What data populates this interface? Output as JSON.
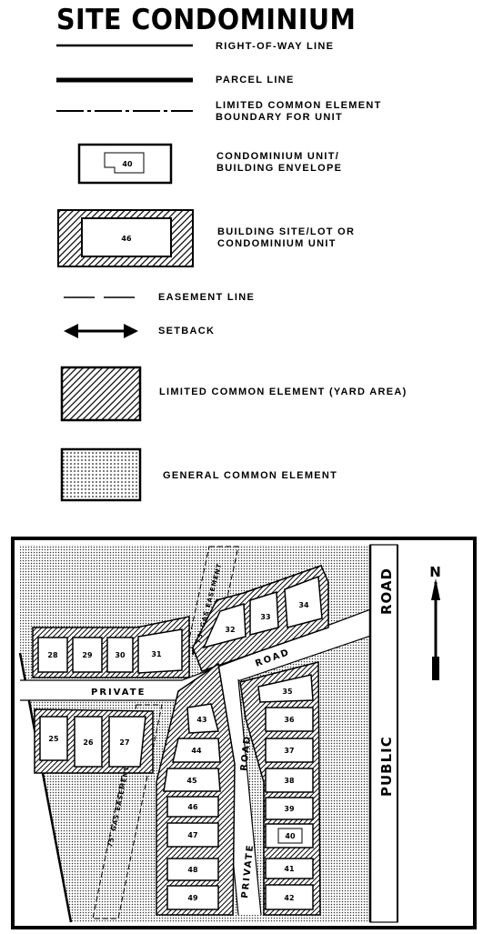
{
  "title": "SITE CONDOMINIUM",
  "legend": {
    "row": "RIGHT-OF-WAY LINE",
    "parcel": "PARCEL LINE",
    "lce_boundary": "LIMITED COMMON ELEMENT\nBOUNDARY FOR UNIT",
    "unit_envelope": "CONDOMINIUM UNIT/\nBUILDING ENVELOPE",
    "unit_envelope_sample": "40",
    "building_site": "BUILDING SITE/LOT OR\nCONDOMINIUM UNIT",
    "building_site_sample": "46",
    "easement": "EASEMENT LINE",
    "setback": "SETBACK",
    "lce_yard": "LIMITED COMMON ELEMENT (YARD AREA)",
    "gce": "GENERAL COMMON ELEMENT"
  },
  "map": {
    "north": "N",
    "public": "PUBLIC",
    "road_right": "ROAD",
    "private_left": "PRIVATE",
    "road_upper": "ROAD",
    "private_vertical": "PRIVATE",
    "road_vertical": "ROAD",
    "easement_upper": "75' GAS EASEMENT",
    "easement_lower": "75' GAS EASEMENT",
    "units": {
      "u28": "28",
      "u29": "29",
      "u30": "30",
      "u31": "31",
      "u32": "32",
      "u33": "33",
      "u34": "34",
      "u25": "25",
      "u26": "26",
      "u27": "27",
      "u35": "35",
      "u36": "36",
      "u37": "37",
      "u38": "38",
      "u39": "39",
      "u40": "40",
      "u41": "41",
      "u42": "42",
      "u43": "43",
      "u44": "44",
      "u45": "45",
      "u46": "46",
      "u47": "47",
      "u48": "48",
      "u49": "49"
    }
  }
}
